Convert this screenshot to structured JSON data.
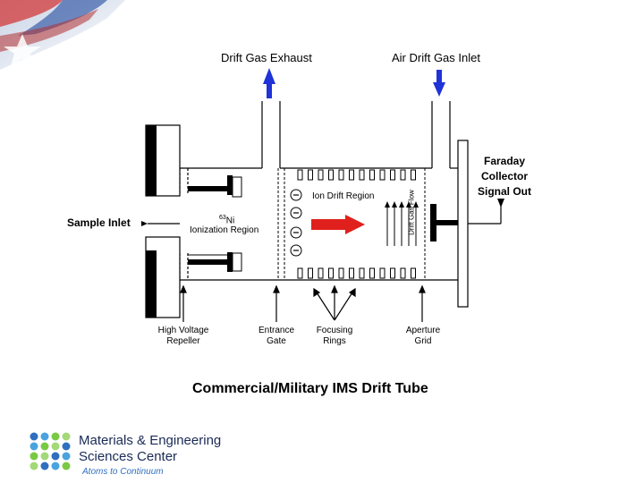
{
  "labels": {
    "exhaust": "Drift Gas Exhaust",
    "inlet": "Air Drift Gas Inlet",
    "sample_inlet": "Sample Inlet",
    "ni_super": "63",
    "ni": "Ni",
    "ionization": "Ionization Region",
    "ion_drift": "Ion Drift Region",
    "drift_flow": "Drift Gas Flow",
    "faraday": [
      "Faraday",
      "Collector",
      "Signal Out"
    ],
    "repeller": [
      "High Voltage",
      "Repeller"
    ],
    "gate": [
      "Entrance",
      "Gate"
    ],
    "rings": [
      "Focusing",
      "Rings"
    ],
    "grid": [
      "Aperture",
      "Grid"
    ],
    "caption": "Commercial/Military  IMS Drift Tube"
  },
  "logo": {
    "line1": "Materials & Engineering",
    "line2": "Sciences Center",
    "tagline": "Atoms to Continuum"
  },
  "colors": {
    "arrow_blue": "#1f33d6",
    "ion_red": "#e0201c",
    "logo_blue": "#2f6fc0",
    "logo_green": "#7ac943"
  }
}
